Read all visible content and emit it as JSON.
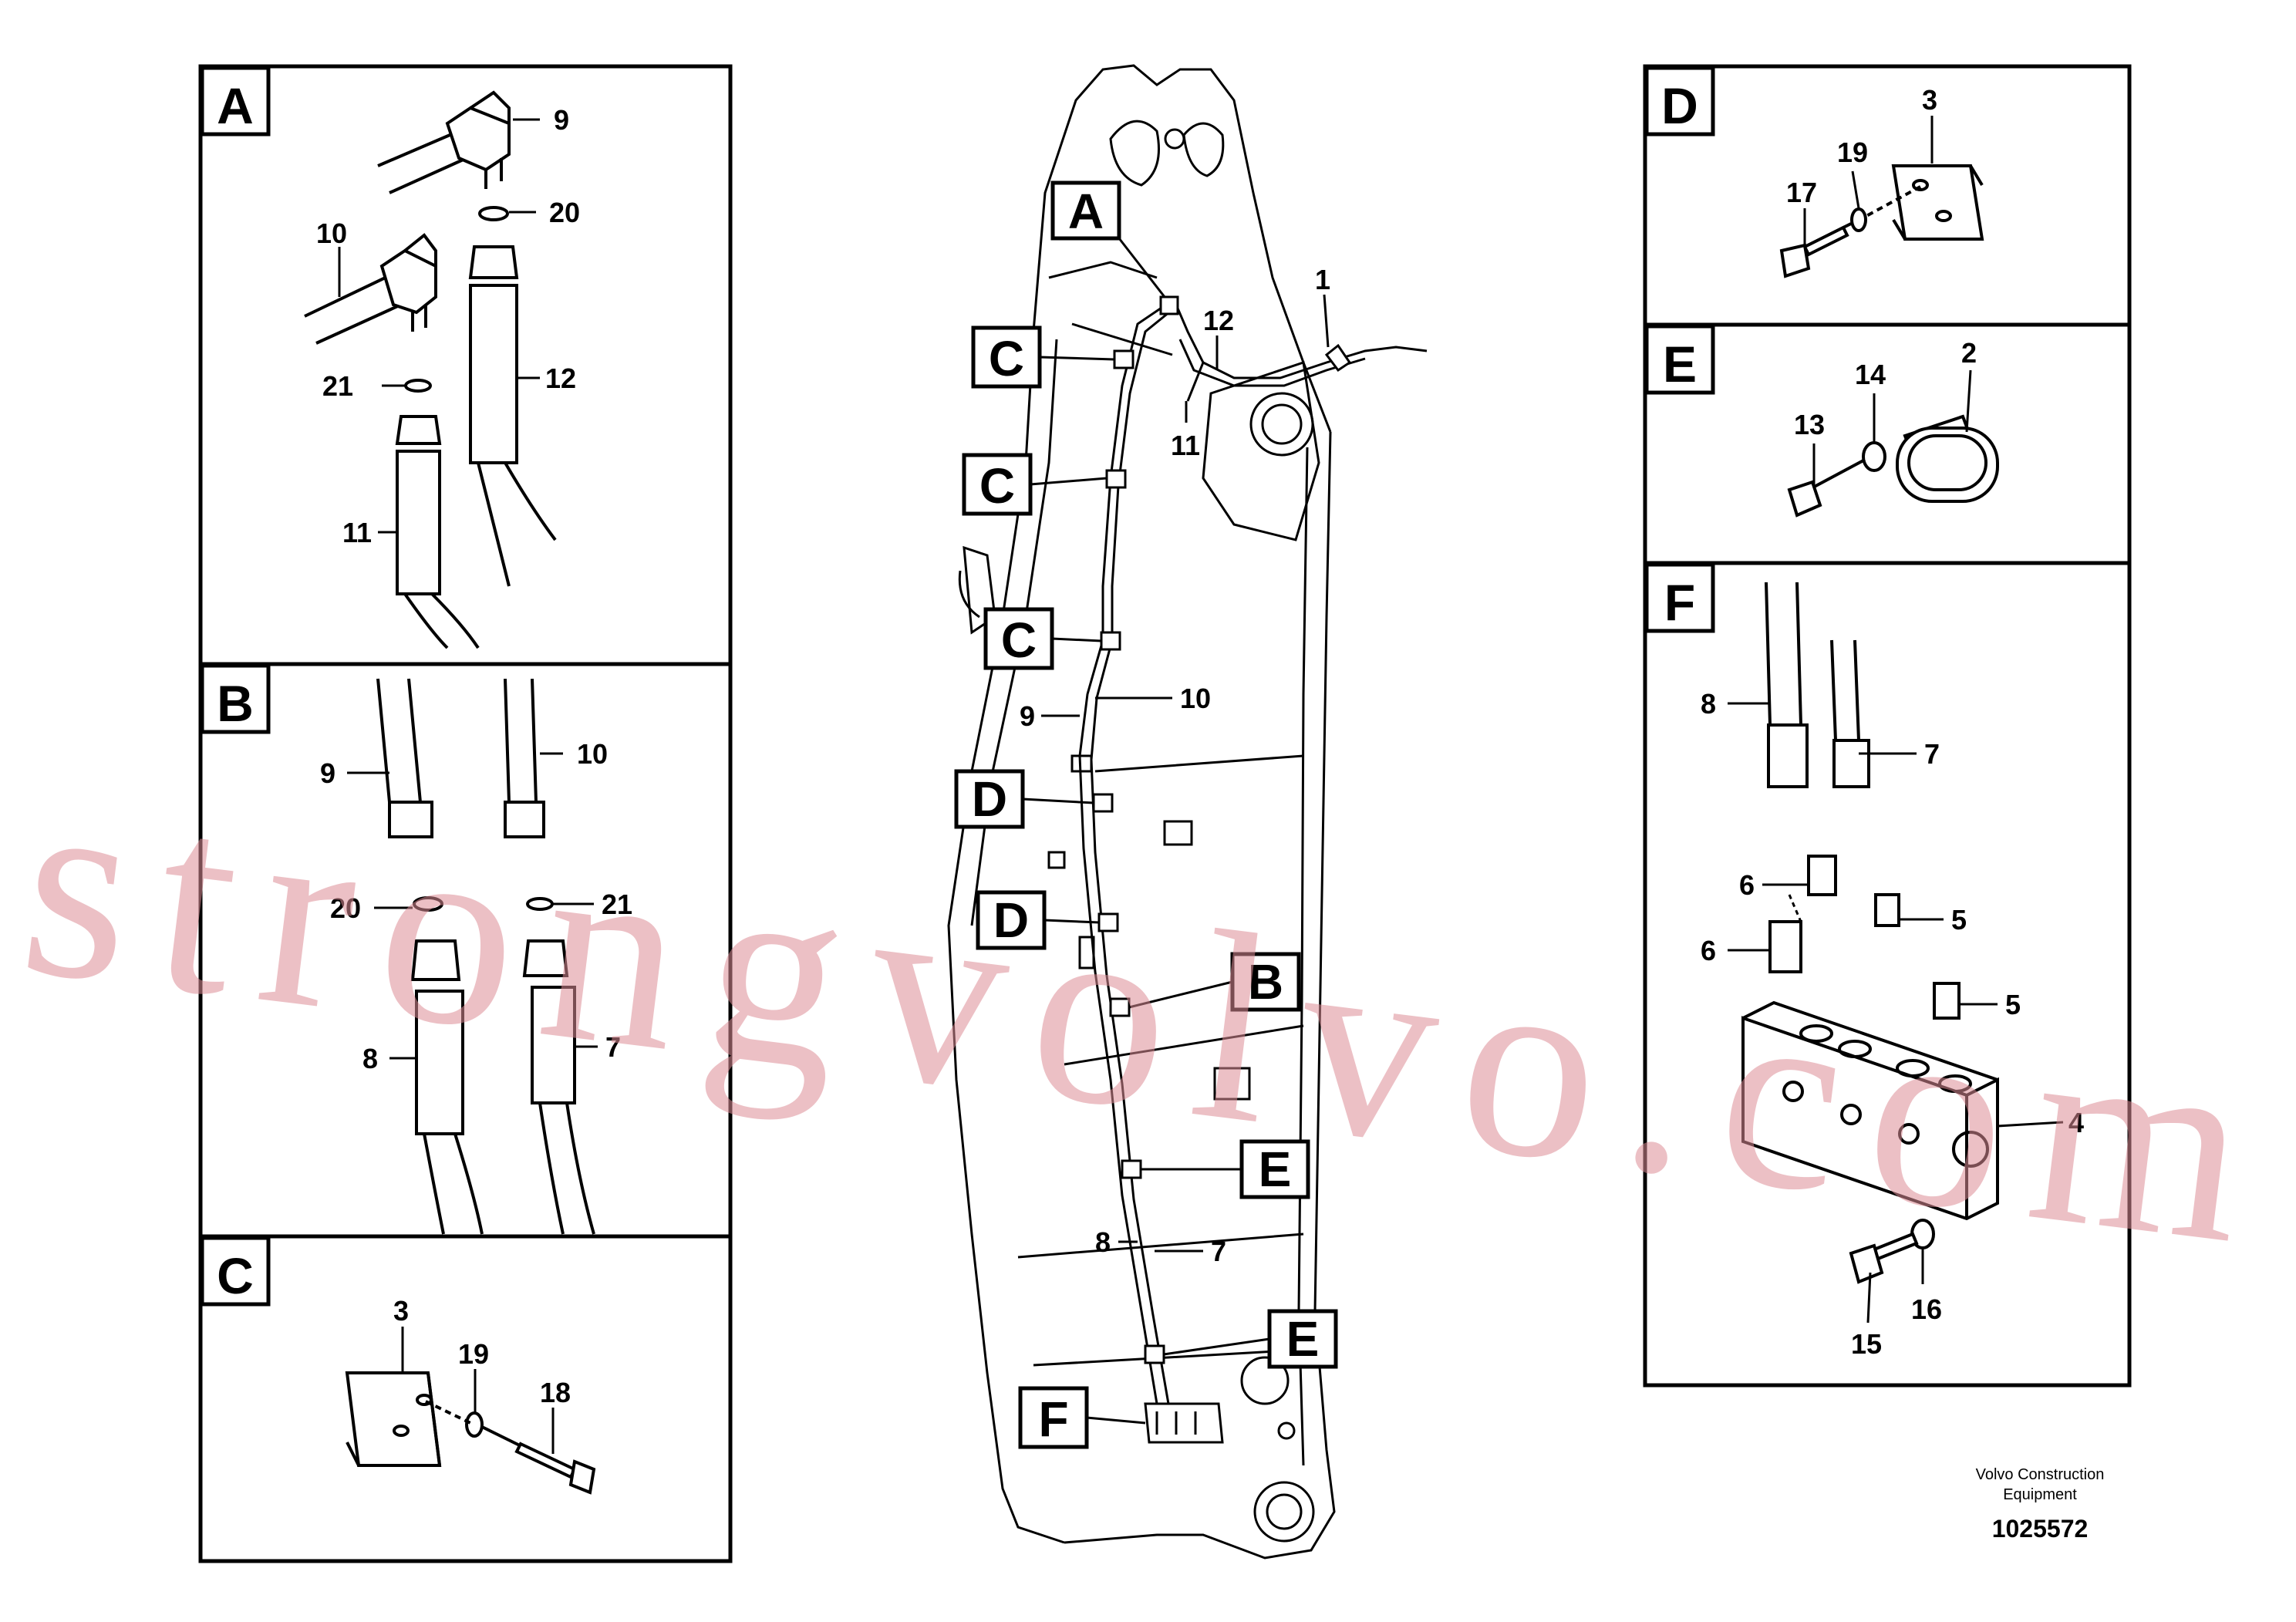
{
  "panels": {
    "a": {
      "letter": "A",
      "parts": [
        "9",
        "20",
        "10",
        "21",
        "12",
        "11"
      ]
    },
    "b": {
      "letter": "B",
      "parts": [
        "9",
        "10",
        "20",
        "21",
        "8",
        "7"
      ]
    },
    "c": {
      "letter": "C",
      "parts": [
        "3",
        "19",
        "18"
      ]
    },
    "d": {
      "letter": "D",
      "parts": [
        "3",
        "19",
        "17"
      ]
    },
    "e": {
      "letter": "E",
      "parts": [
        "14",
        "2",
        "13"
      ]
    },
    "f": {
      "letter": "F",
      "parts": [
        "8",
        "7",
        "6",
        "5",
        "6",
        "5",
        "4",
        "16",
        "15"
      ]
    }
  },
  "main_view": {
    "callouts": [
      "A",
      "C",
      "C",
      "C",
      "D",
      "D",
      "B",
      "E",
      "E",
      "F"
    ],
    "parts": [
      "1",
      "12",
      "11",
      "9",
      "10",
      "8",
      "7"
    ]
  },
  "footer": {
    "company_line1": "Volvo Construction",
    "company_line2": "Equipment",
    "diagram_number": "1025572"
  },
  "watermark": "strongvolvo.com"
}
